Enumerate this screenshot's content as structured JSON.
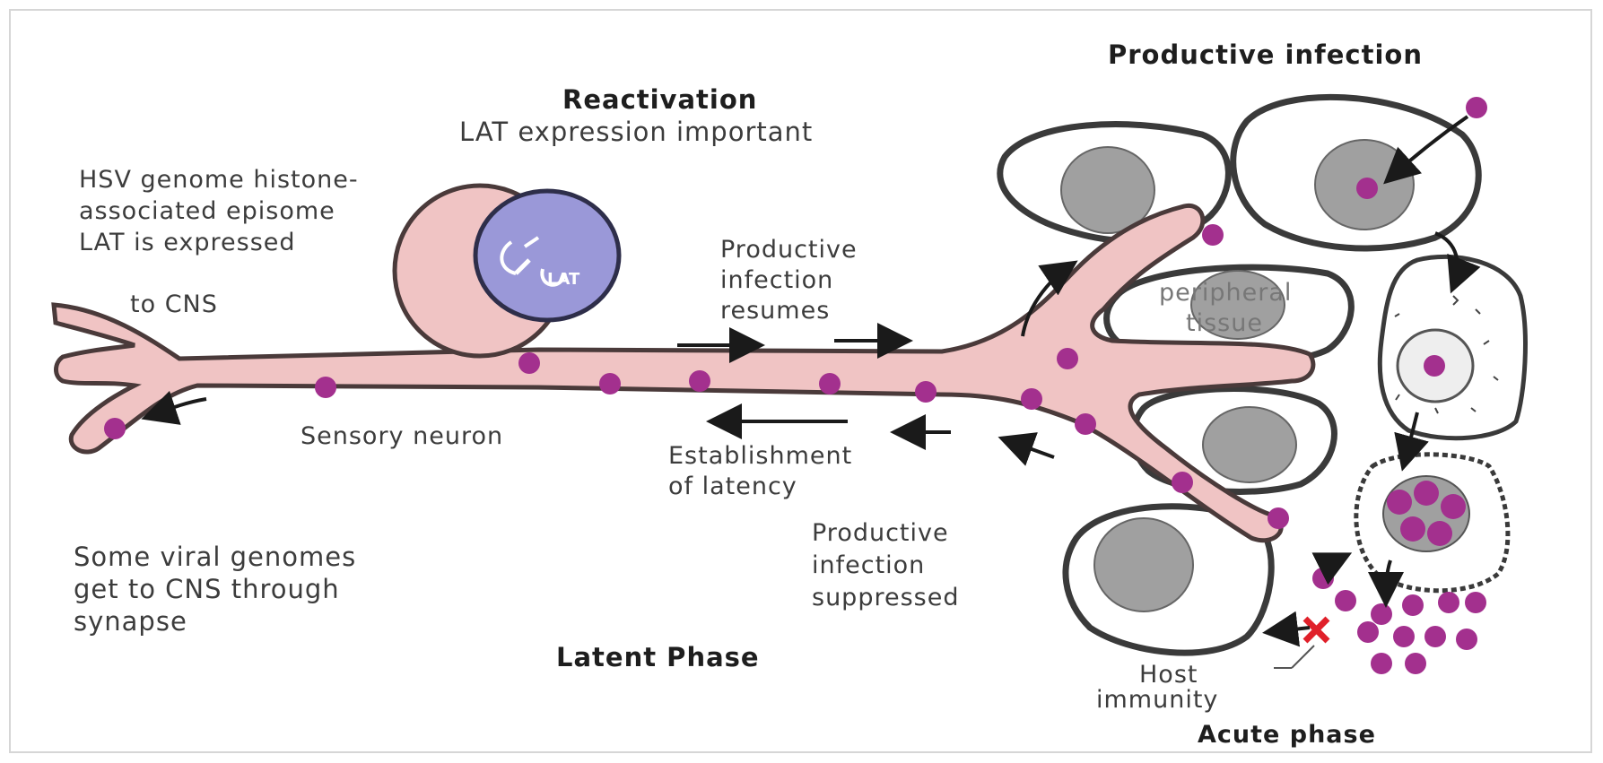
{
  "labels": {
    "productive_infection": "Productive infection",
    "reactivation": "Reactivation",
    "lat_expression": "LAT expression important",
    "hsv_genome_line1": "HSV genome histone-",
    "hsv_genome_line2": "associated episome",
    "hsv_genome_line3": "LAT is expressed",
    "to_cns": "to CNS",
    "productive_resumes_line1": "Productive",
    "productive_resumes_line2": "infection",
    "productive_resumes_line3": "resumes",
    "peripheral_tissue_line1": "peripheral",
    "peripheral_tissue_line2": "tissue",
    "sensory_neuron": "Sensory neuron",
    "establishment_line1": "Establishment",
    "establishment_line2": "of latency",
    "productive_suppressed_line1": "Productive",
    "productive_suppressed_line2": "infection",
    "productive_suppressed_line3": "suppressed",
    "viral_genomes_line1": "Some viral genomes",
    "viral_genomes_line2": "get to CNS through",
    "viral_genomes_line3": "synapse",
    "latent_phase": "Latent Phase",
    "host_immunity_line1": "Host",
    "host_immunity_line2": "immunity",
    "acute_phase": "Acute phase",
    "nucleus_lat": "LAT"
  },
  "colors": {
    "neuron_fill": "#f0c4c4",
    "neuron_stroke": "#4a3a3a",
    "nucleus_fill": "#9a98d8",
    "virion": "#a3308e",
    "cell_stroke": "#3a3a3a",
    "cell_nucleus": "#a0a0a0",
    "immune_x": "#e0202a"
  }
}
